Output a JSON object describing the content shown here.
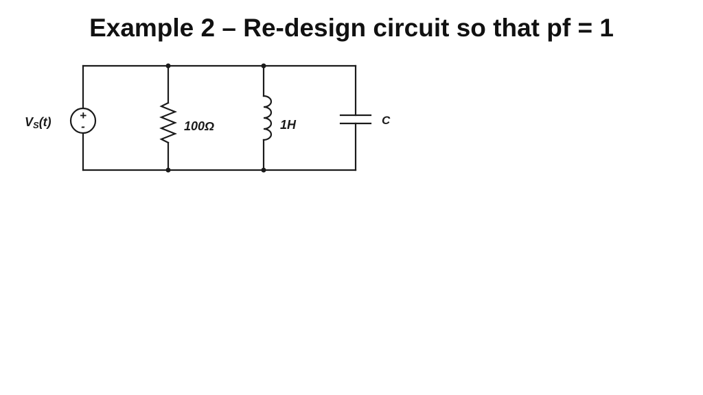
{
  "slide": {
    "title": "Example 2 – Re-design circuit so that pf = 1"
  },
  "circuit": {
    "source": {
      "label_main": "V",
      "label_sub": "S",
      "label_arg": "(t)",
      "plus": "+",
      "minus": "-"
    },
    "resistor": {
      "label": "100Ω"
    },
    "inductor": {
      "label": "1H"
    },
    "capacitor": {
      "label": "C"
    }
  }
}
